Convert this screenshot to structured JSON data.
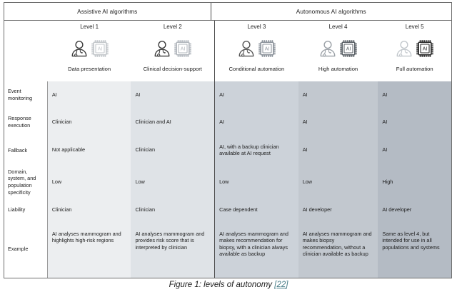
{
  "figure": {
    "caption_text": "Figure 1: levels of autonomy ",
    "caption_ref_open": "[",
    "caption_ref": "22",
    "caption_ref_close": "]",
    "ref_color": "#4a7e88"
  },
  "groups": [
    {
      "label": "Assistive AI algorithms",
      "span": 2
    },
    {
      "label": "Autonomous AI algorithms",
      "span": 3
    }
  ],
  "columns": [
    {
      "level": "Level 1",
      "name": "Data presentation",
      "bg": "#eceef0",
      "human_icon_shade": "#3a3a3a",
      "chip_icon_shade": "#c3c7cb",
      "textured": true
    },
    {
      "level": "Level 2",
      "name": "Clinical decision-support",
      "bg": "#dfe3e7",
      "human_icon_shade": "#3a3a3a",
      "chip_icon_shade": "#b2b7bd",
      "textured": false
    },
    {
      "level": "Level 3",
      "name": "Conditional automation",
      "bg": "#ccd2d9",
      "human_icon_shade": "#545454",
      "chip_icon_shade": "#8d949c",
      "textured": false
    },
    {
      "level": "Level 4",
      "name": "High automation",
      "bg": "#c2c8cf",
      "human_icon_shade": "#9aa0a6",
      "chip_icon_shade": "#5c6268",
      "textured": false
    },
    {
      "level": "Level 5",
      "name": "Full automation",
      "bg": "#b4bbc4",
      "human_icon_shade": "#c2c7cc",
      "chip_icon_shade": "#2a2a2a",
      "textured": false
    }
  ],
  "rows": [
    {
      "label": "Event monitoring",
      "values": [
        "AI",
        "AI",
        "AI",
        "AI",
        "AI"
      ]
    },
    {
      "label": "Response execution",
      "values": [
        "Clinician",
        "Clinician and AI",
        "AI",
        "AI",
        "AI"
      ]
    },
    {
      "label": "Fallback",
      "values": [
        "Not applicable",
        "Clinician",
        "AI, with a backup clinician available at AI request",
        "AI",
        "AI"
      ]
    },
    {
      "label": "Domain, system, and population specificity",
      "values": [
        "Low",
        "Low",
        "Low",
        "Low",
        "High"
      ]
    },
    {
      "label": "Liability",
      "values": [
        "Clinician",
        "Clinician",
        "Case dependent",
        "AI developer",
        "AI developer"
      ]
    },
    {
      "label": "Example",
      "values": [
        "AI analyses mammogram and highlights high-risk regions",
        "AI analyses mammogram and provides risk score that is interpreted by clinician",
        "AI analyses mammogram and makes recommendation for biopsy, with a clinician always available as backup",
        "AI analyses mammogram and makes biopsy recommendation, without a clinician available as backup",
        "Same as level 4, but intended for use in all populations and systems"
      ]
    }
  ],
  "icons": {
    "human": "clinician-icon",
    "chip": "ai-chip-icon",
    "chip_label": "AI"
  }
}
